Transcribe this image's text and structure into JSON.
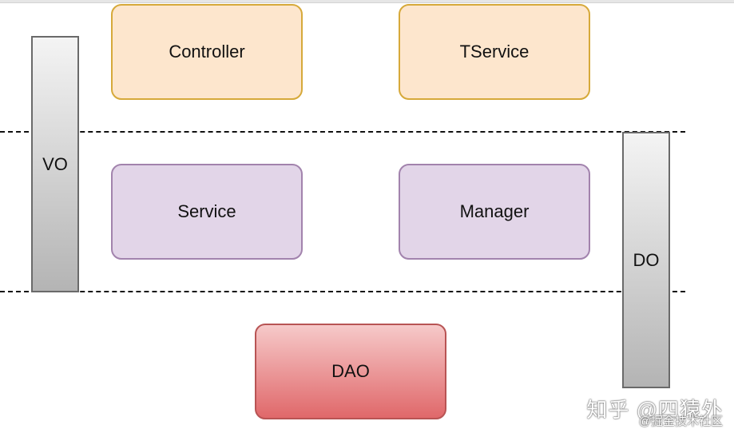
{
  "diagram": {
    "top_layer": {
      "controller": "Controller",
      "tservice": "TService"
    },
    "middle_layer": {
      "service": "Service",
      "manager": "Manager"
    },
    "bottom_layer": {
      "dao": "DAO"
    },
    "objects": {
      "vo": "VO",
      "do": "DO"
    }
  },
  "colors": {
    "top_layer_fill": "#fde6cd",
    "top_layer_border": "#d6a93a",
    "middle_layer_fill": "#e2d5e8",
    "middle_layer_border": "#a283ad",
    "dao_fill_top": "#f6c9c9",
    "dao_fill_bottom": "#e0686a",
    "pillar_fill_top": "#f4f4f4",
    "pillar_fill_bottom": "#b4b4b4"
  },
  "watermark": {
    "main": "知乎 @四猿外",
    "sub": "@掘金技术社区"
  }
}
